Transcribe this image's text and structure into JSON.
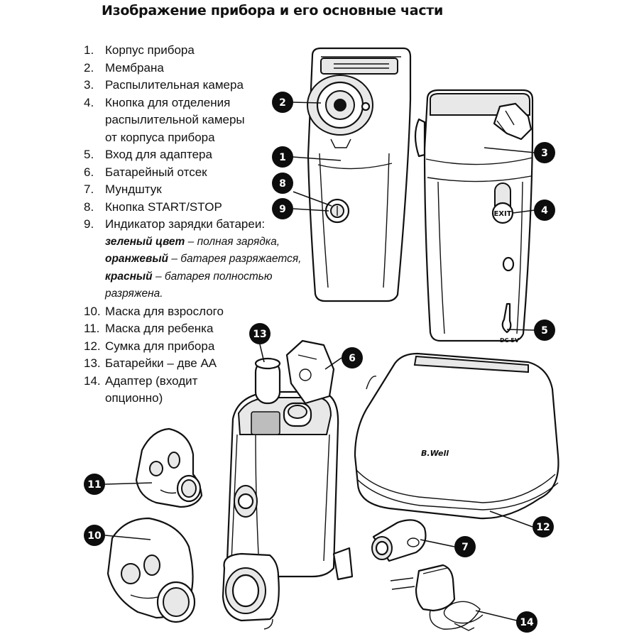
{
  "title": "Изображение прибора и его основные части",
  "parts": [
    {
      "num": "1.",
      "label": "Корпус прибора"
    },
    {
      "num": "2.",
      "label": "Мембрана"
    },
    {
      "num": "3.",
      "label": "Распылительная камера"
    },
    {
      "num": "4.",
      "label": "Кнопка для отделения",
      "cont": [
        "распылительной камеры",
        "от корпуса прибора"
      ]
    },
    {
      "num": "5.",
      "label": "Вход для адаптера"
    },
    {
      "num": "6.",
      "label": "Батарейный отсек"
    },
    {
      "num": "7.",
      "label": "Мундштук"
    },
    {
      "num": "8.",
      "label": "Кнопка START/STOP"
    },
    {
      "num": "9.",
      "label": "Индикатор зарядки батареи:"
    },
    {
      "num": "10.",
      "label": "Маска для взрослого"
    },
    {
      "num": "11.",
      "label": "Маска для ребенка"
    },
    {
      "num": "12.",
      "label": "Сумка для прибора"
    },
    {
      "num": "13.",
      "label": "Батарейки – две АА"
    },
    {
      "num": "14.",
      "label": "Адаптер (входит",
      "cont": [
        "опционно)"
      ]
    }
  ],
  "battery_indicator": [
    {
      "color": "зеленый цвет",
      "text": " – полная зарядка,"
    },
    {
      "color": "оранжевый",
      "text": " – батарея разряжается,"
    },
    {
      "color": "красный",
      "text": " – батарея полностью"
    },
    {
      "color": "",
      "text": "разряжена."
    }
  ],
  "callouts": [
    "1",
    "2",
    "3",
    "4",
    "5",
    "6",
    "7",
    "8",
    "9",
    "10",
    "11",
    "12",
    "13",
    "14"
  ],
  "device_marks": {
    "exit_button": "EXIT",
    "dc_label": "DC 5V",
    "brand": "B.Well"
  }
}
